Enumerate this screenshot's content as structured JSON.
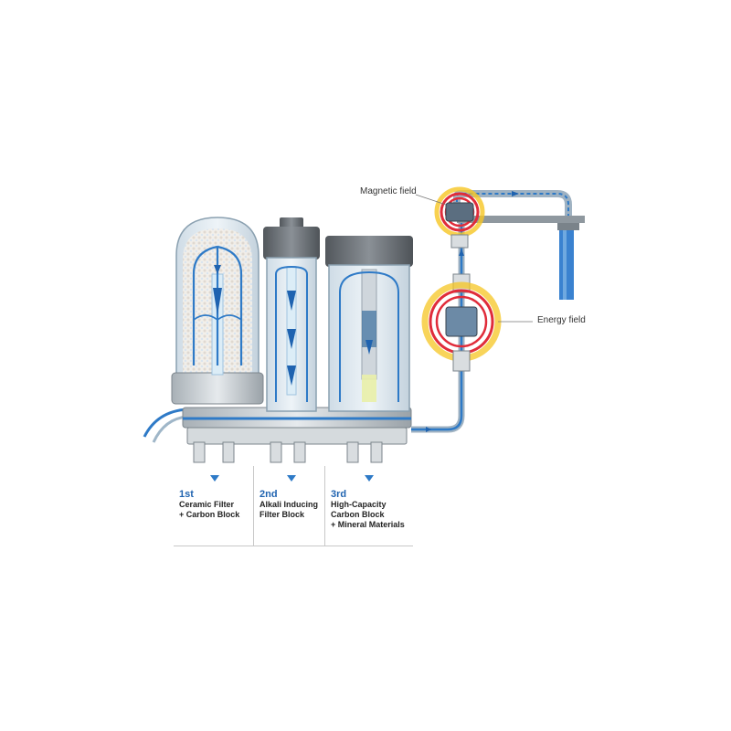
{
  "callouts": {
    "magnetic": "Magnetic field",
    "energy": "Energy field"
  },
  "stages": [
    {
      "num": "1st",
      "desc": "Ceramic Filter\n+ Carbon Block"
    },
    {
      "num": "2nd",
      "desc": "Alkali Inducing\nFilter Block"
    },
    {
      "num": "3rd",
      "desc": "High-Capacity\nCarbon Block\n+ Mineral Materials"
    }
  ],
  "colors": {
    "water": "#2e7ac7",
    "flow": "#1f63b0",
    "field": "#e02c3a",
    "glow": "#f6c623",
    "housing": "#6e7378"
  }
}
